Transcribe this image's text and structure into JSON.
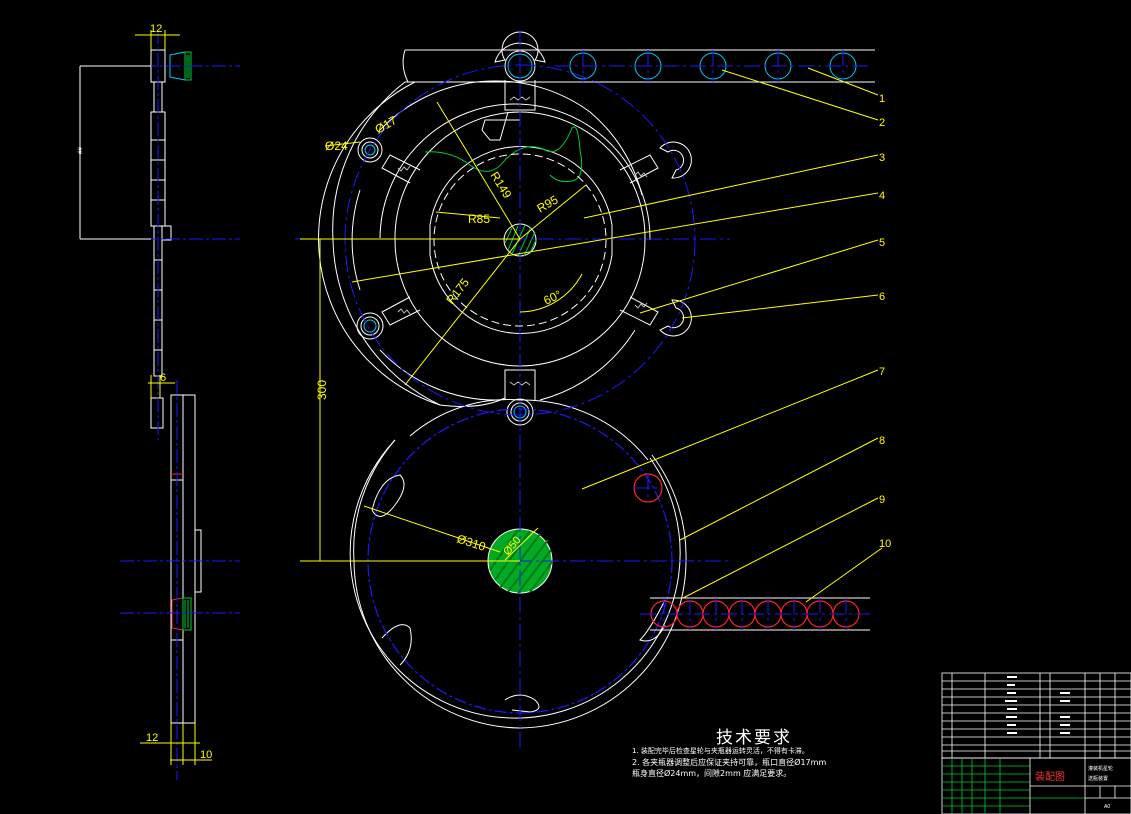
{
  "drawing": {
    "background": "#000000",
    "colors": {
      "outline": "#ffffff",
      "centerline": "#1a1aff",
      "dimension": "#ffff00",
      "bottle": "#00ccff",
      "bottle_lower": "#ff2222",
      "section_fill": "#00cc33",
      "gripper_spring": "#c0c0c0"
    },
    "dimensions": {
      "d24": "Ø24",
      "d17": "Ø17",
      "r149": "R149",
      "r95": "R95",
      "r85": "R85",
      "r175": "R175",
      "angle60": "60°",
      "d310": "Ø310",
      "d50": "Ø50",
      "center_distance": "300",
      "side_top_width": "12",
      "side_6": "6",
      "side_bottom_width": "12",
      "side_10": "10",
      "side_vertical": "##"
    },
    "part_labels": [
      "1",
      "2",
      "3",
      "4",
      "5",
      "6",
      "7",
      "8",
      "9",
      "10"
    ],
    "tech_requirements": {
      "title": "技术要求",
      "line1": "1. 装配完毕后检查星轮与夹瓶器运转灵活，不得有卡滞。",
      "line2": "2. 各夹瓶器调整后应保证夹持可靠，瓶口直径Ø17mm",
      "line3": "瓶身直径Ø24mm，间隙2mm 应满足要求。"
    },
    "title_block": {
      "drawing_name": "装配图",
      "name_line1": "灌装机星轮",
      "name_line2": "送瓶装置",
      "sheet_size": "A0"
    }
  }
}
